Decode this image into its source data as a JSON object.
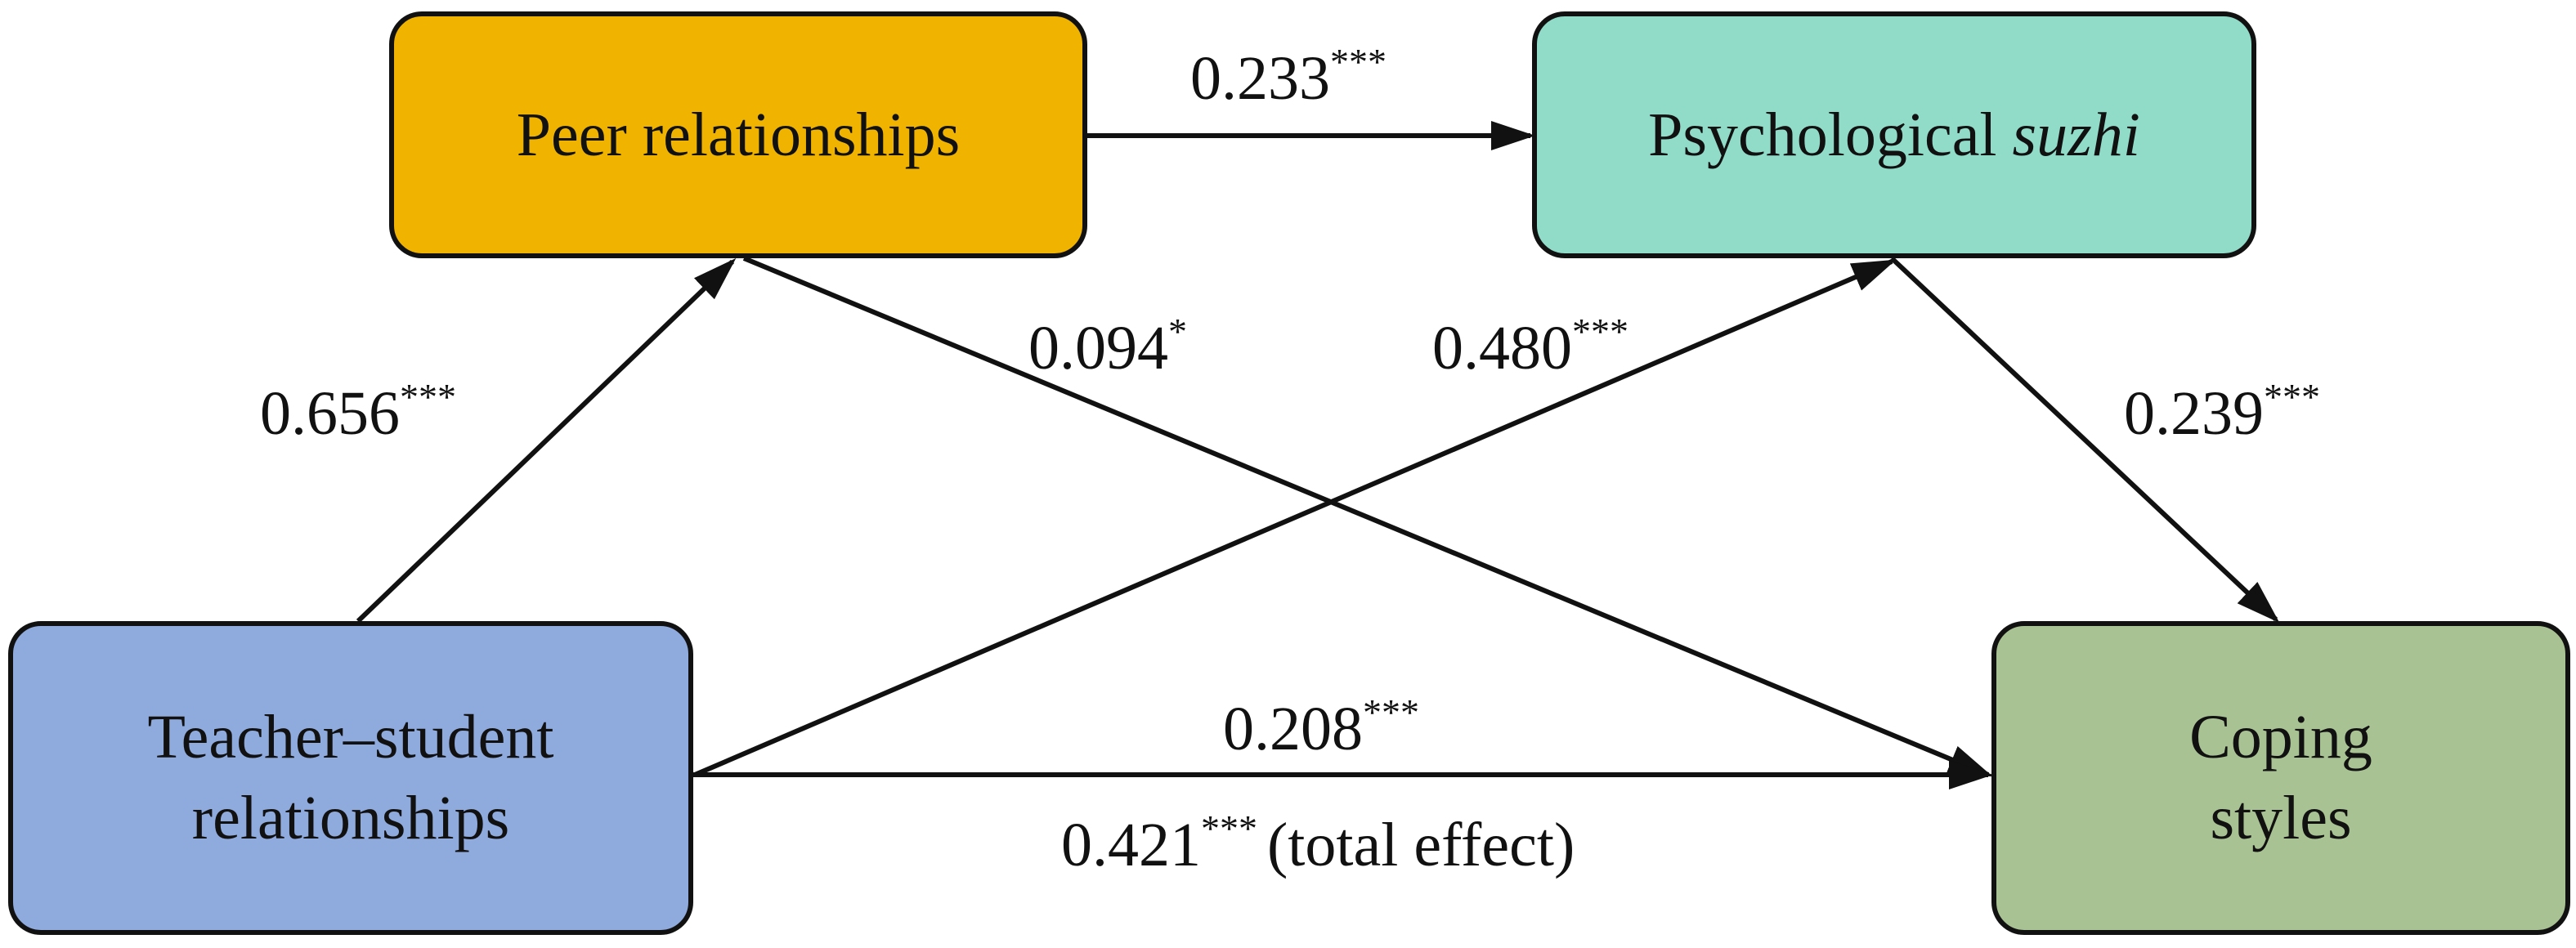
{
  "colors": {
    "peer": "#F0B400",
    "psych": "#91DCC8",
    "teacher": "#8FAADC",
    "coping": "#A9C293",
    "stroke": "#111111"
  },
  "nodes": {
    "peer": {
      "line1": "Peer relationships"
    },
    "psych": {
      "text": "Psychological ",
      "italic": "suzhi"
    },
    "teacher": {
      "line1": "Teacher–student",
      "line2": "relationships"
    },
    "coping": {
      "line1": "Coping",
      "line2": "styles"
    }
  },
  "paths": {
    "peer_to_psych": {
      "value": "0.233",
      "sig": "***"
    },
    "teacher_to_peer": {
      "value": "0.656",
      "sig": "***"
    },
    "peer_to_coping": {
      "value": "0.094",
      "sig": "*"
    },
    "teacher_to_psych": {
      "value": "0.480",
      "sig": "***"
    },
    "psych_to_coping": {
      "value": "0.239",
      "sig": "***"
    },
    "teacher_to_coping_direct": {
      "value": "0.208",
      "sig": "***"
    },
    "teacher_to_coping_total": {
      "value": "0.421",
      "sig": "***",
      "suffix": "(total effect)"
    }
  }
}
